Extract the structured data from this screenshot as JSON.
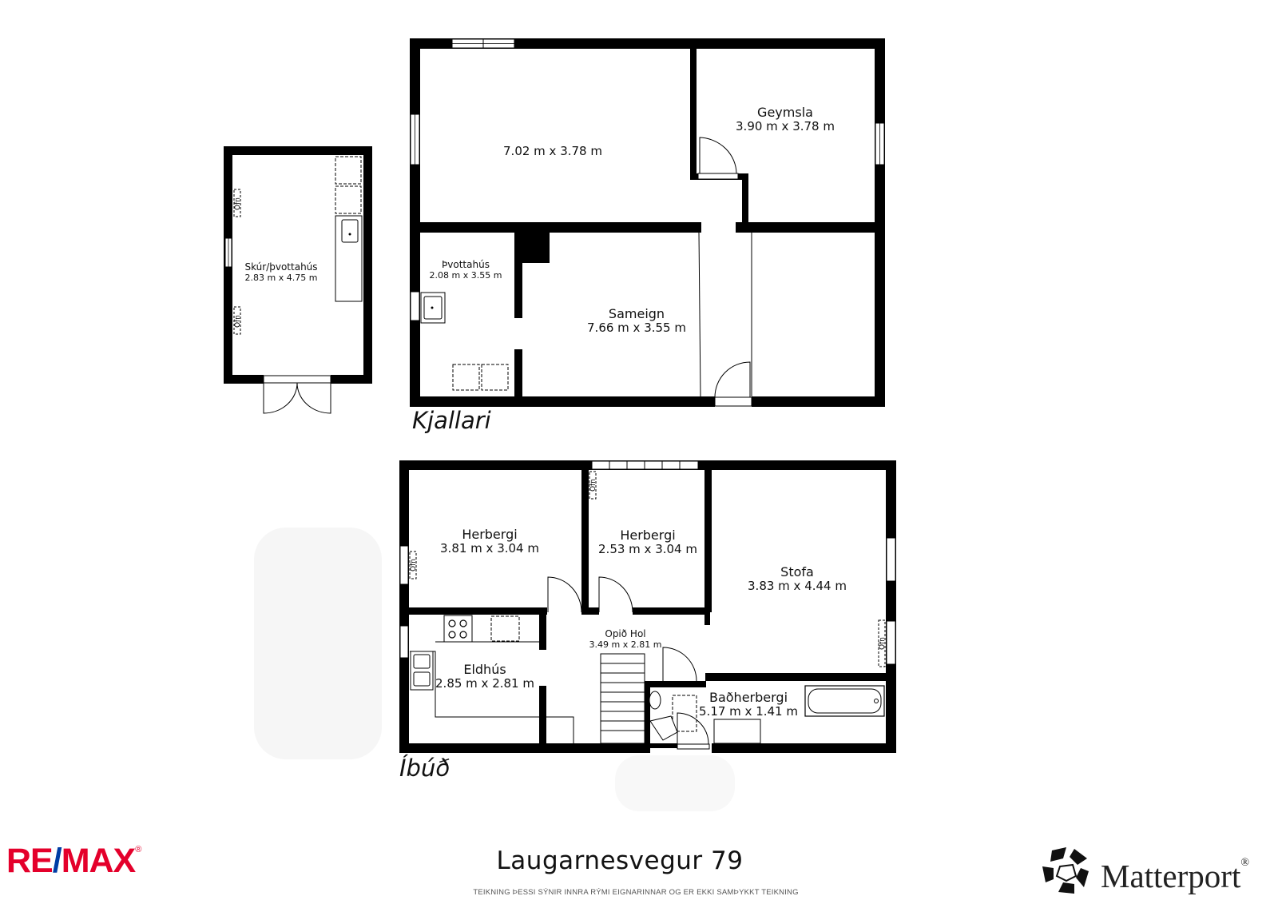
{
  "floors": {
    "basement": {
      "label": "Kjallari"
    },
    "apartment": {
      "label": "Íbúð"
    }
  },
  "rooms": {
    "shed": {
      "name": "Skúr/þvottahús",
      "dims": "2.83 m x 4.75 m"
    },
    "basement_big": {
      "dims": "7.02 m x 3.78 m"
    },
    "geymsla": {
      "name": "Geymsla",
      "dims": "3.90 m x 3.78 m"
    },
    "laundry": {
      "name": "Þvottahús",
      "dims": "2.08 m x 3.55 m"
    },
    "sameign": {
      "name": "Sameign",
      "dims": "7.66 m x 3.55 m"
    },
    "bedroom1": {
      "name": "Herbergi",
      "dims": "3.81 m x 3.04 m"
    },
    "bedroom2": {
      "name": "Herbergi",
      "dims": "2.53 m x 3.04 m"
    },
    "stofa": {
      "name": "Stofa",
      "dims": "3.83 m x 4.44 m"
    },
    "hall": {
      "name": "Opið Hol",
      "dims": "3.49 m x 2.81 m"
    },
    "kitchen": {
      "name": "Eldhús",
      "dims": "2.85 m x 2.81 m"
    },
    "bathroom": {
      "name": "Baðherbergi",
      "dims": "5.17 m x 1.41 m"
    }
  },
  "fixtures": {
    "radiator_label": "Ofn"
  },
  "footer": {
    "address": "Laugarnesvegur 79",
    "disclaimer": "TEIKNING ÞESSI SÝNIR INNRA RÝMI EIGNARINNAR OG ER EKKI SAMÞYKKT TEIKNING",
    "agency_logo_text": "RE/MAX",
    "agency_logo_mark": "®",
    "vendor_logo_text": "Matterport",
    "vendor_logo_mark": "®"
  },
  "colors": {
    "wall": "#000000",
    "remax_red": "#e4002b",
    "remax_blue": "#003da5",
    "fixture_stroke": "#222222"
  }
}
